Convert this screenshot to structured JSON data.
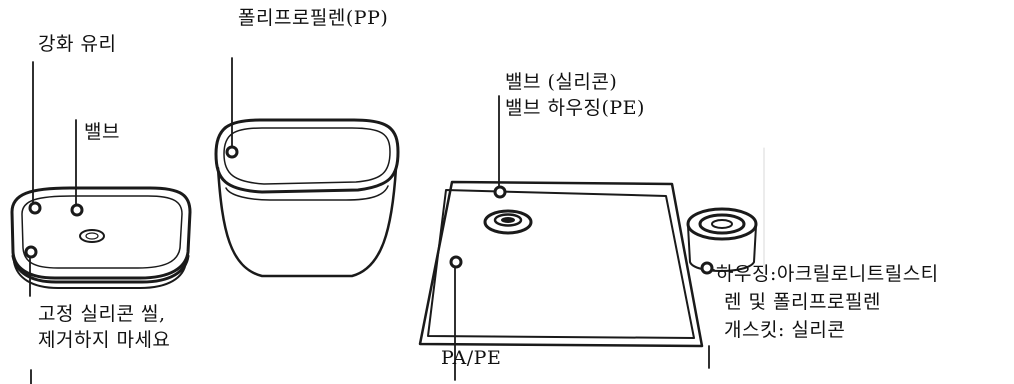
{
  "labels": {
    "tempered_glass": "강화 유리",
    "polypropylene": "폴리프로필렌(PP)",
    "valve": "밸브",
    "valve_silicone": "밸브 (실리콘)",
    "valve_housing": "밸브 하우징(PE)",
    "fixed_seal_line1": "고정 실리콘 씰,",
    "fixed_seal_line2": "제거하지 마세요",
    "pa_pe": "PA/PE",
    "housing_line1": "하우징:아크릴로니트릴스티",
    "housing_line2": "렌 및 폴리프로필렌",
    "housing_line3": "개스킷: 실리콘"
  },
  "colors": {
    "line": "#1a1a1a",
    "fill": "#ffffff"
  }
}
